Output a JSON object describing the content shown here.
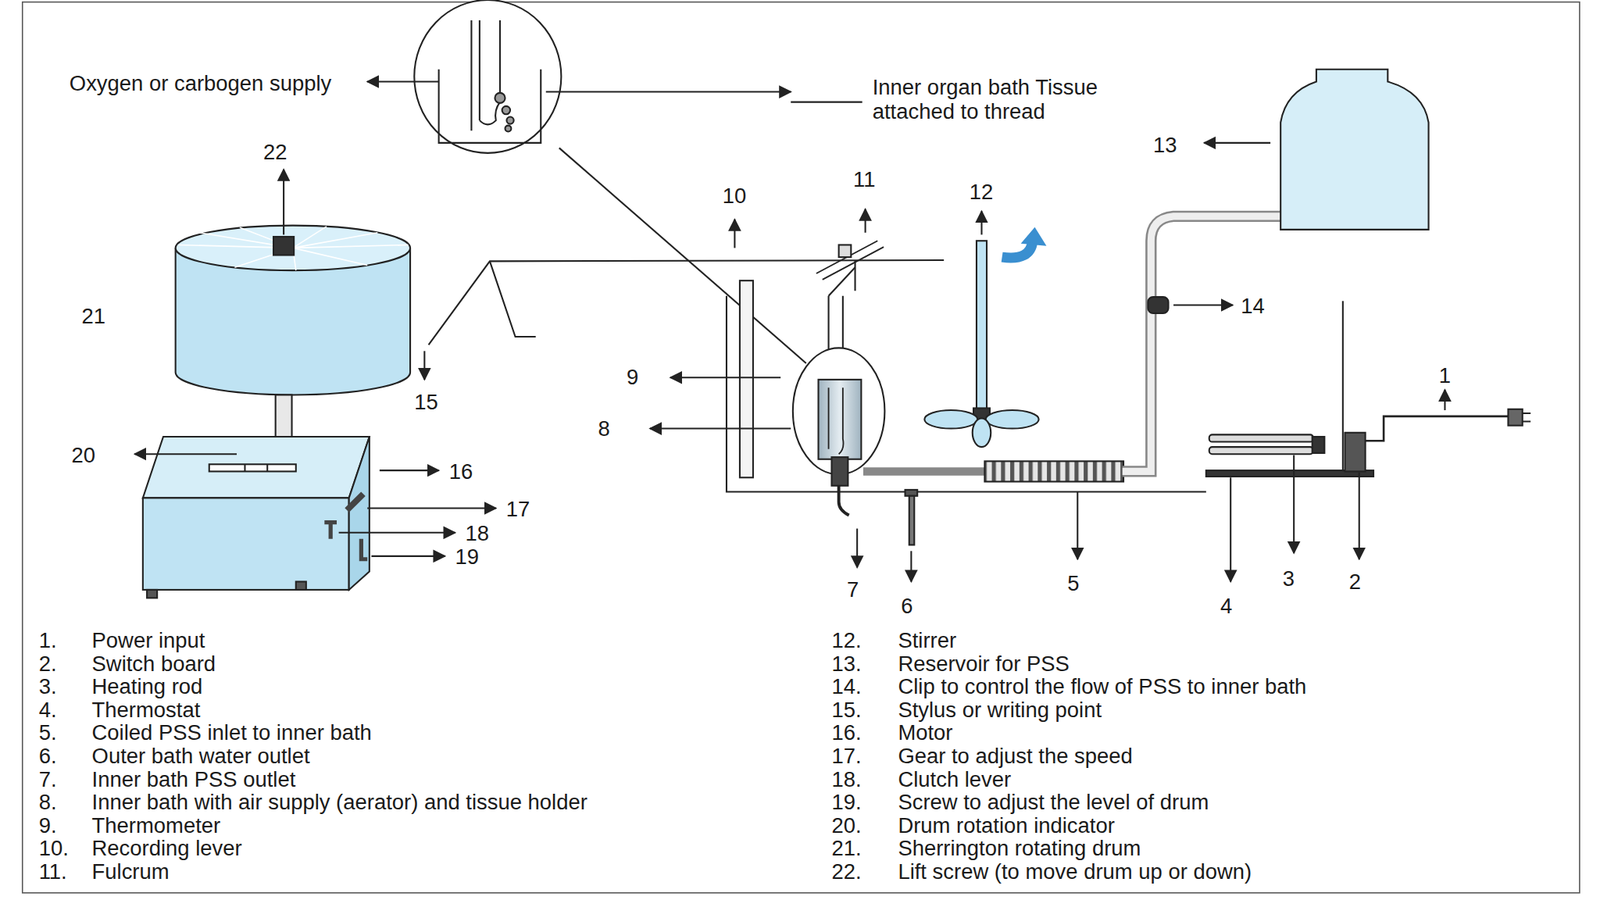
{
  "diagram": {
    "labels": [
      "Oxygen or carbogen supply",
      "Inner organ bath Tissue attached to thread",
      "22",
      "21",
      "20",
      "16",
      "17",
      "18",
      "19",
      "15",
      "10",
      "11",
      "12",
      "13",
      "14",
      "1",
      "9",
      "8",
      "7",
      "6",
      "5",
      "4",
      "3",
      "2",
      "1.",
      "Power input",
      "2.",
      "Switch board",
      "3.",
      "Heating rod",
      "4.",
      "Thermostat",
      "5.",
      "Coiled PSS inlet to inner bath",
      "6.",
      "Outer bath water outlet",
      "7.",
      "Inner bath PSS outlet",
      "8.",
      "Inner bath with air supply (aerator) and tissue holder",
      "9.",
      "Thermometer",
      "10.",
      "Recording lever",
      "11.",
      "Fulcrum",
      "12.",
      "Stirrer",
      "13.",
      "Reservoir for PSS",
      "14.",
      "Clip to control the flow of PSS to inner bath",
      "15.",
      "Stylus or writing point",
      "16.",
      "Motor",
      "17.",
      "Gear to adjust the speed",
      "18.",
      "Clutch lever",
      "19.",
      "Screw to adjust the level of drum",
      "20.",
      "Drum rotation indicator",
      "21.",
      "Sherrington rotating drum",
      "22.",
      "Lift screw (to move drum up or down)"
    ]
  }
}
